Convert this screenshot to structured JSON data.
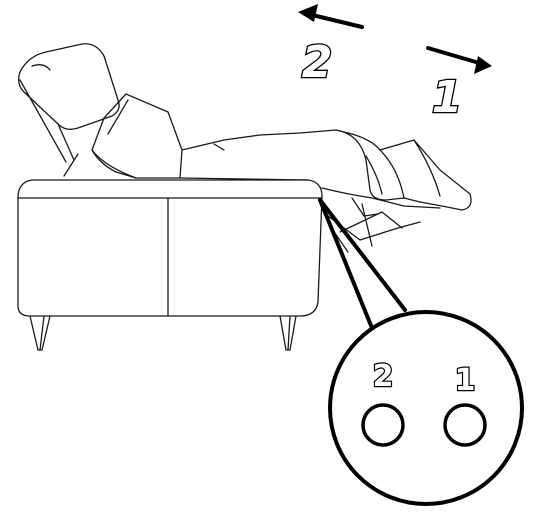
{
  "arrows": {
    "left_label": "2",
    "right_label": "1"
  },
  "callout": {
    "left_button_label": "2",
    "right_button_label": "1"
  },
  "colors": {
    "line": "#1a1a1a",
    "background": "#ffffff"
  }
}
